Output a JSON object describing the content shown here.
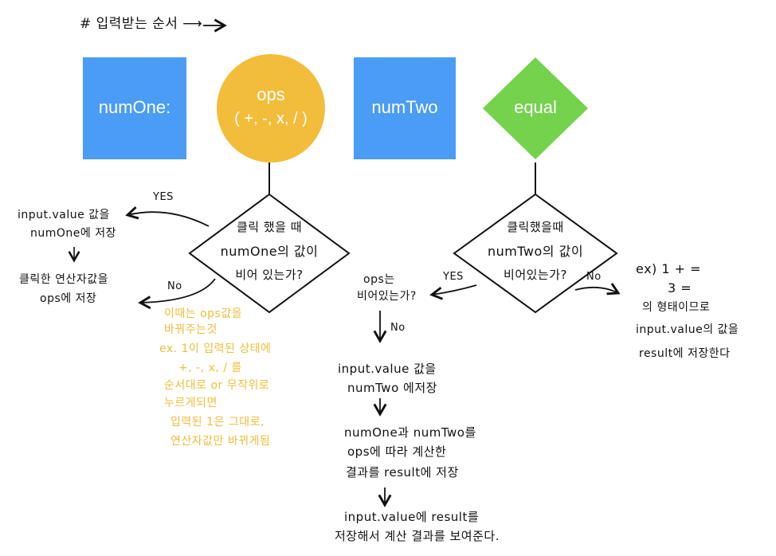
{
  "title": "# 입력받는 순서 ⟶",
  "shapes": {
    "num_one": "numOne:",
    "ops_line1": "ops",
    "ops_line2": "( +, -, x, / )",
    "num_two": "numTwo",
    "equal": "equal"
  },
  "left_branch": {
    "decision_line1": "클릭 했을 때",
    "decision_line2": "numOne의 값이",
    "decision_line3": "비어 있는가?",
    "yes_label": "YES",
    "no_label": "No",
    "yes_line1": "input.value 값을",
    "yes_line2": "numOne에 저장",
    "yes_line3": "클릭한 연산자값을",
    "yes_line4": "ops에 저장",
    "note": [
      "이때는 ops값을",
      "바꿔주는것",
      "ex. 1이 입력된 상태에",
      "+, -, x, / 를",
      "순서대로 or 무작위로",
      "누르게되면",
      "입력된 1은 그대로,",
      "연산자값만 바뀌게됨"
    ]
  },
  "right_branch": {
    "decision_line1": "클릭했을때",
    "decision_line2": "numTwo의 값이",
    "decision_line3": "비어있는가?",
    "yes_label": "YES",
    "no_label": "No",
    "ops_q_line1": "ops는",
    "ops_q_line2": "비어있는가?",
    "ops_no_label": "No",
    "step1_line1": "input.value 값을",
    "step1_line2": "numTwo 에저장",
    "step2_line1": "numOne과 numTwo를",
    "step2_line2": "ops에 따라 계산한",
    "step2_line3": "결과를 result에 저장",
    "step3_line1": "input.value에 result를",
    "step3_line2": "저장해서 계산 결과를 보여준다.",
    "ex_line1": "ex)  1 + =",
    "ex_line2": "3 =",
    "ex_line3": "의 형태이므로",
    "ex_line4": "input.value의 값을",
    "ex_line5": "result에 저장한다"
  },
  "colors": {
    "blue": "#4a9cf4",
    "yellow": "#f2bd3a",
    "green": "#74d24d",
    "ink": "#111111"
  }
}
